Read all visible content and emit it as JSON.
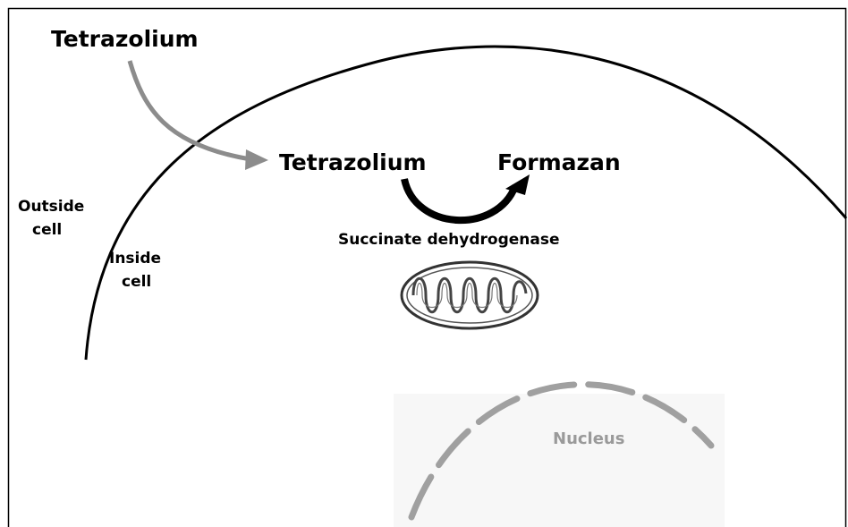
{
  "labels": {
    "outside_tetrazolium": "Tetrazolium",
    "inside_tetrazolium": "Tetrazolium",
    "formazan": "Formazan",
    "outside_cell_line1": "Outside",
    "outside_cell_line2": "cell",
    "inside_cell_line1": "Inside",
    "inside_cell_line2": "cell",
    "enzyme": "Succinate dehydrogenase",
    "nucleus": "Nucleus"
  },
  "colors": {
    "membrane": "#000000",
    "uptake_arrow": "#8c8c8c",
    "reaction_arrow": "#000000",
    "nucleus_envelope": "#a0a0a0",
    "nucleus_text": "#9a9a9a"
  },
  "icons": {
    "organelle": "mitochondrion-icon"
  }
}
